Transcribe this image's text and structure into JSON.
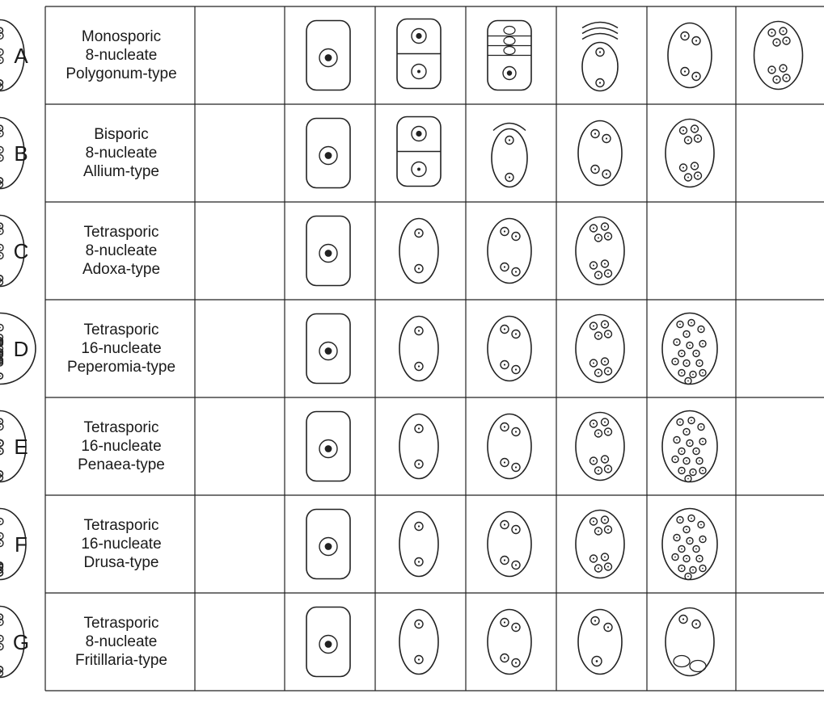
{
  "rows": [
    {
      "letter": "A",
      "lines": [
        "Monosporic",
        "8-nucleate",
        "Polygonum-type"
      ],
      "stages": [
        "cell1",
        "split2",
        "tetrad",
        "degen-stack",
        "nuc4",
        "nuc8",
        "mature"
      ]
    },
    {
      "letter": "B",
      "lines": [
        "Bisporic",
        "8-nucleate",
        "Allium-type"
      ],
      "stages": [
        "cell1",
        "split2",
        "degen-cap",
        "nuc4",
        "nuc8",
        "",
        "mature"
      ]
    },
    {
      "letter": "C",
      "lines": [
        "Tetrasporic",
        "8-nucleate",
        "Adoxa-type"
      ],
      "stages": [
        "cell1",
        "nuc2",
        "nuc4",
        "nuc8",
        "",
        "",
        "mature"
      ]
    },
    {
      "letter": "D",
      "lines": [
        "Tetrasporic",
        "16-nucleate",
        "Peperomia-type"
      ],
      "stages": [
        "cell1",
        "nuc2",
        "nuc4",
        "nuc8",
        "nuc16",
        "",
        "mature-peperomia"
      ]
    },
    {
      "letter": "E",
      "lines": [
        "Tetrasporic",
        "16-nucleate",
        "Penaea-type"
      ],
      "stages": [
        "cell1",
        "nuc2",
        "nuc4",
        "nuc8",
        "nuc16",
        "",
        "mature-penaea"
      ]
    },
    {
      "letter": "F",
      "lines": [
        "Tetrasporic",
        "16-nucleate",
        "Drusa-type"
      ],
      "stages": [
        "cell1",
        "nuc2",
        "nuc4",
        "nuc8",
        "nuc16",
        "",
        "mature-drusa"
      ]
    },
    {
      "letter": "G",
      "lines": [
        "Tetrasporic",
        "8-nucleate",
        "Fritillaria-type"
      ],
      "stages": [
        "cell1",
        "nuc2",
        "nuc4",
        "nuc4b",
        "nuc4c",
        "",
        "mature"
      ]
    }
  ]
}
